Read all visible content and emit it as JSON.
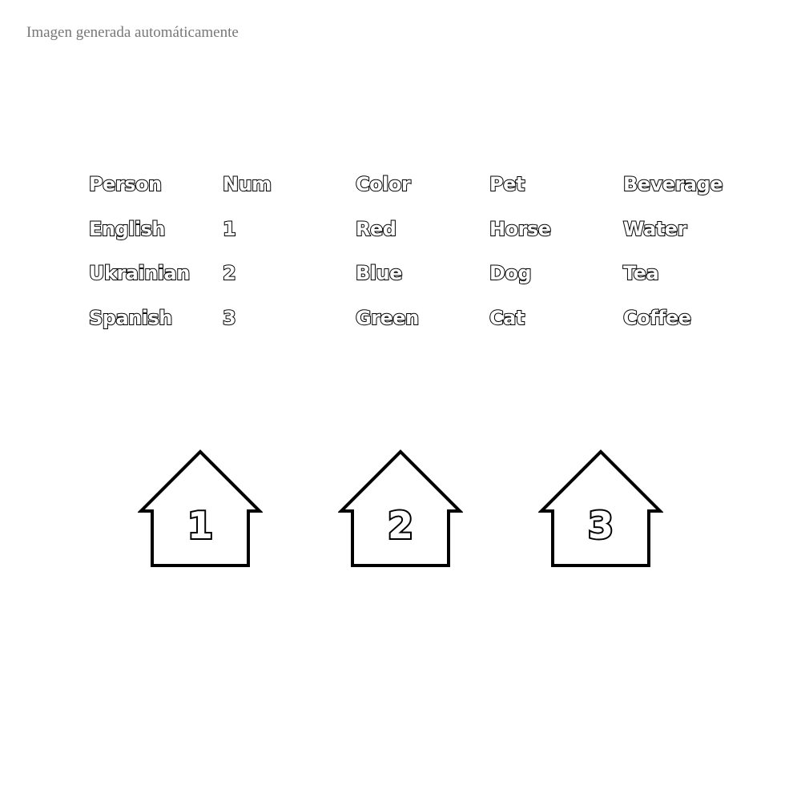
{
  "caption": "Imagen generada automáticamente",
  "table": {
    "headers": [
      "Person",
      "Num",
      "Color",
      "Pet",
      "Beverage"
    ],
    "rows": [
      [
        "English",
        "1",
        "Red",
        "Horse",
        "Water"
      ],
      [
        "Ukrainian",
        "2",
        "Blue",
        "Dog",
        "Tea"
      ],
      [
        "Spanish",
        "3",
        "Green",
        "Cat",
        "Coffee"
      ]
    ]
  },
  "houses": [
    {
      "number": "1"
    },
    {
      "number": "2"
    },
    {
      "number": "3"
    }
  ]
}
